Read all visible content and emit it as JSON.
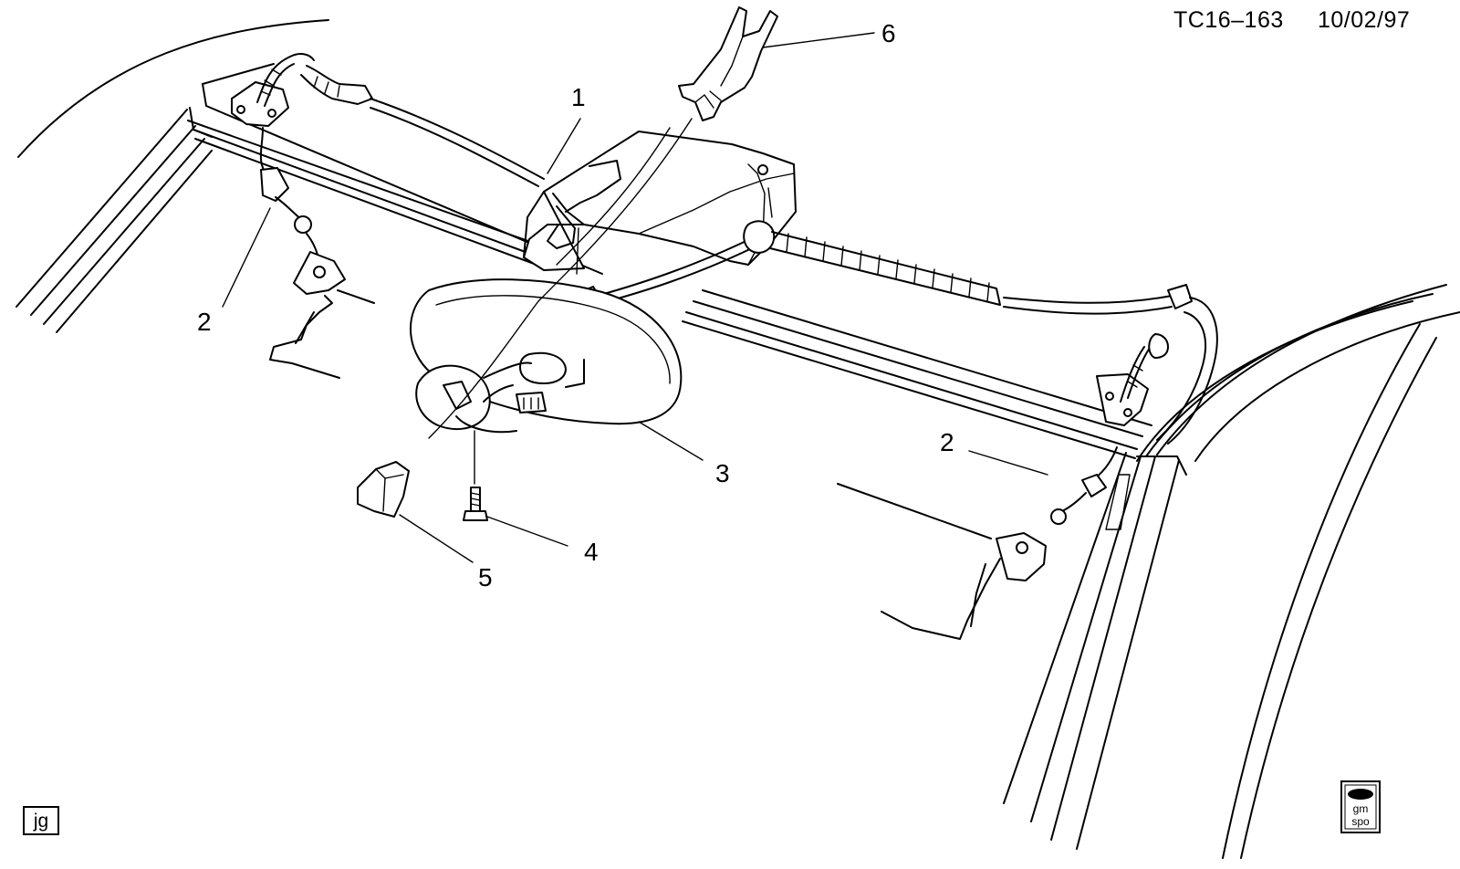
{
  "header": {
    "drawing_id": "TC16–163",
    "date": "10/02/97"
  },
  "callouts": [
    {
      "id": "callout-1",
      "label": "1"
    },
    {
      "id": "callout-2-left",
      "label": "2"
    },
    {
      "id": "callout-2-right",
      "label": "2"
    },
    {
      "id": "callout-3",
      "label": "3"
    },
    {
      "id": "callout-4",
      "label": "4"
    },
    {
      "id": "callout-5",
      "label": "5"
    },
    {
      "id": "callout-6",
      "label": "6"
    }
  ],
  "footer": {
    "initials": "jg",
    "logo_top": "gm",
    "logo_bottom": "spo"
  }
}
